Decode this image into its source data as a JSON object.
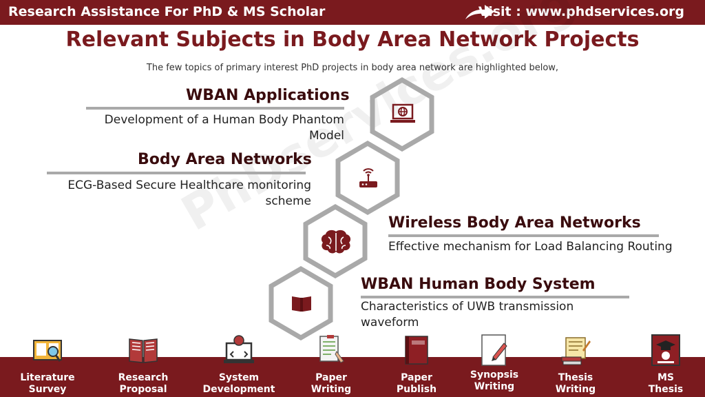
{
  "header": {
    "left_text": "Research Assistance For PhD & MS Scholar",
    "right_text": "Visit : www.phdservices.org"
  },
  "title": "Relevant Subjects in Body Area Network Projects",
  "subtitle": "The few topics of primary interest PhD projects in body area network are highlighted below,",
  "watermark": "PhDservices.org",
  "topics": [
    {
      "heading": "WBAN Applications",
      "desc_l1": "Development of a Human Body Phantom",
      "desc_l2": "Model",
      "icon": "laptop-globe-icon"
    },
    {
      "heading": "Body Area Networks",
      "desc_l1": "ECG-Based Secure Healthcare monitoring",
      "desc_l2": "scheme",
      "icon": "router-icon"
    },
    {
      "heading": "Wireless Body Area Networks",
      "desc_l1": "Effective mechanism for Load Balancing Routing",
      "desc_l2": "",
      "icon": "brain-icon"
    },
    {
      "heading": "WBAN Human Body System",
      "desc_l1": "Characteristics of UWB transmission",
      "desc_l2": "waveform",
      "icon": "book-icon"
    }
  ],
  "footer": {
    "items": [
      {
        "l1": "Literature",
        "l2": "Survey",
        "icon": "literature-survey-icon"
      },
      {
        "l1": "Research",
        "l2": "Proposal",
        "icon": "research-proposal-icon"
      },
      {
        "l1": "System",
        "l2": "Development",
        "icon": "system-development-icon"
      },
      {
        "l1": "Paper",
        "l2": "Writing",
        "icon": "paper-writing-icon"
      },
      {
        "l1": "Paper",
        "l2": "Publish",
        "icon": "paper-publish-icon"
      },
      {
        "l1": "Synopsis",
        "l2": "Writing",
        "icon": "synopsis-writing-icon"
      },
      {
        "l1": "Thesis",
        "l2": "Writing",
        "icon": "thesis-writing-icon"
      },
      {
        "l1": "MS",
        "l2": "Thesis",
        "icon": "ms-thesis-icon"
      }
    ]
  },
  "colors": {
    "brand": "#7a1a1e",
    "heading": "#3a0c0e",
    "hex_border": "#a9a9a9"
  }
}
